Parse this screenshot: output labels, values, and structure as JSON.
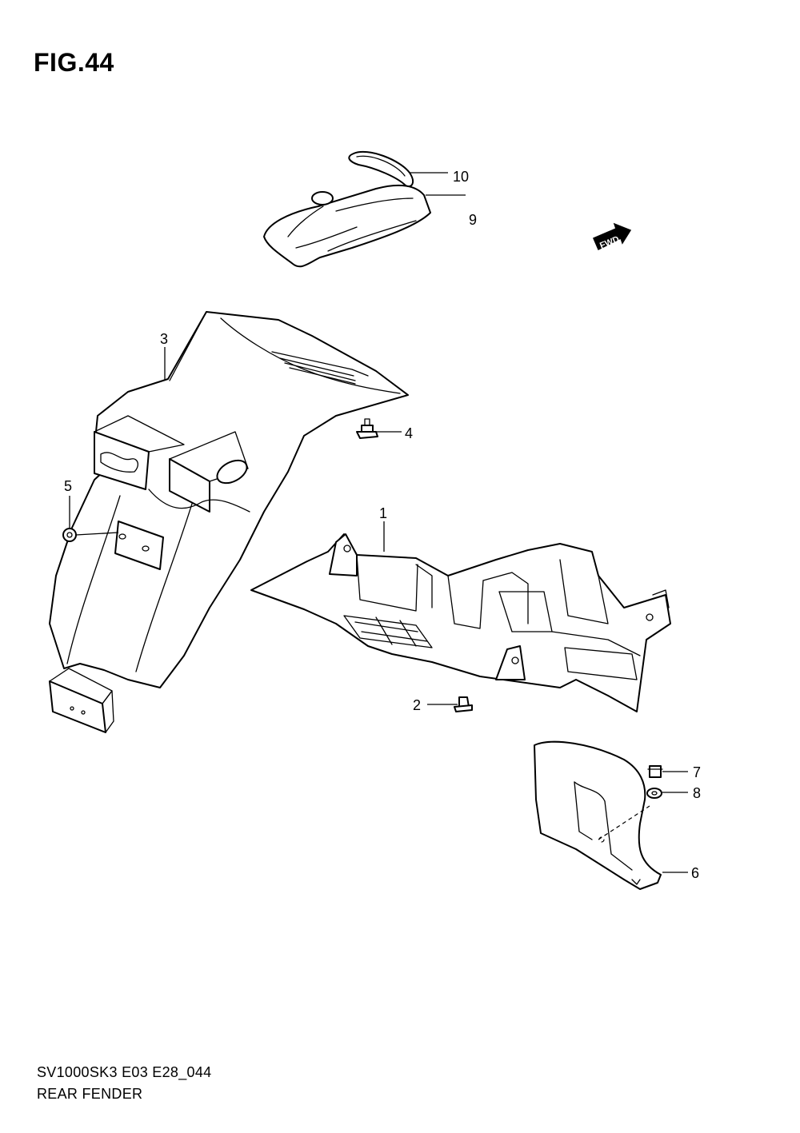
{
  "figure": {
    "title": "FIG.44"
  },
  "footer": {
    "code": "SV1000SK3 E03 E28_044",
    "name": "REAR FENDER"
  },
  "direction_badge": {
    "label": "FWD",
    "icon": "forward-arrow-icon"
  },
  "callouts": [
    {
      "id": "1",
      "label": "1"
    },
    {
      "id": "2",
      "label": "2"
    },
    {
      "id": "3",
      "label": "3"
    },
    {
      "id": "4",
      "label": "4"
    },
    {
      "id": "5",
      "label": "5"
    },
    {
      "id": "6",
      "label": "6"
    },
    {
      "id": "7",
      "label": "7"
    },
    {
      "id": "8",
      "label": "8"
    },
    {
      "id": "9",
      "label": "9"
    },
    {
      "id": "10",
      "label": "10"
    }
  ]
}
